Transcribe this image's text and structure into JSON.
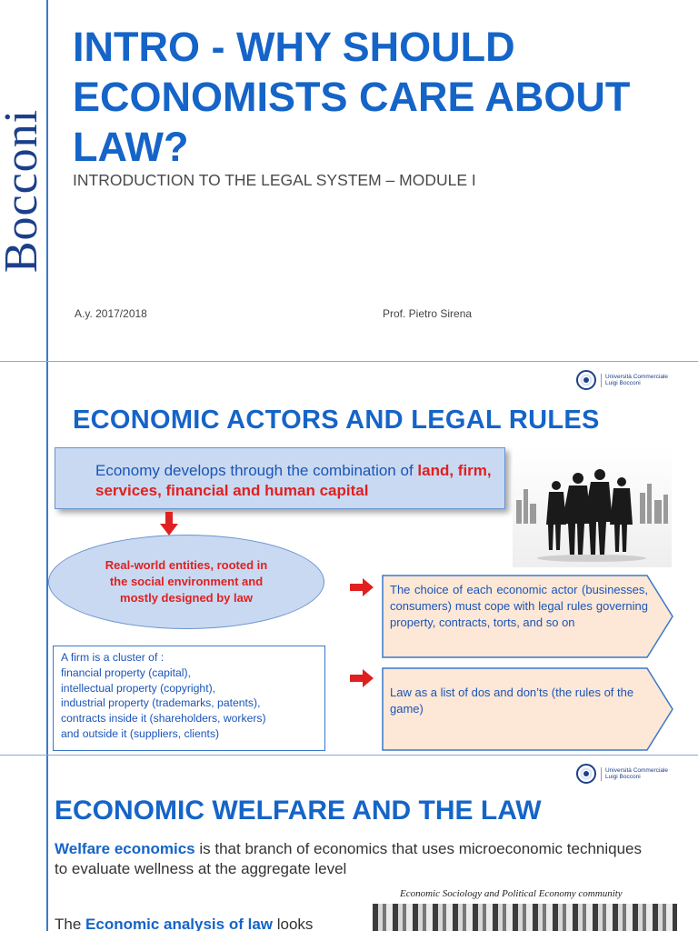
{
  "slide1": {
    "logo_text": "Bocconi",
    "title": "INTRO - WHY SHOULD ECONOMISTS CARE ABOUT LAW?",
    "subtitle": "INTRODUCTION TO THE LEGAL SYSTEM – MODULE I",
    "academic_year": "A.y. 2017/2018",
    "professor": "Prof. Pietro Sirena"
  },
  "logo": {
    "line1": "Università Commerciale",
    "line2": "Luigi Bocconi"
  },
  "slide2": {
    "title": "ECONOMIC ACTORS AND LEGAL RULES",
    "economy_text": "Economy develops through the combination of ",
    "economy_highlight": "land, firm, services, financial and human capital",
    "ellipse_text": "Real-world entities, rooted in the social environment and mostly designed by law",
    "firm_lines": [
      "A firm is a cluster of :",
      "financial property (capital),",
      "intellectual property (copyright),",
      "industrial property (trademarks, patents),",
      "contracts inside it (shareholders, workers)",
      "and outside it (suppliers, clients)"
    ],
    "choice_text": "The choice of each economic actor (businesses, consumers) must cope with legal rules governing property, contracts, torts, and so on",
    "law_text": "Law as a list of dos and don’ts (the rules of the game)"
  },
  "slide3": {
    "title": "ECONOMIC WELFARE AND THE LAW",
    "welfare_bold": "Welfare economics",
    "welfare_rest": " is that branch of economics that uses microeconomic techniques to evaluate wellness at the aggregate level",
    "analysis_prefix": "The ",
    "analysis_bold": "Economic analysis of law",
    "analysis_suffix": " looks",
    "image_caption": "Economic Sociology and Political Economy community"
  },
  "colors": {
    "title_blue": "#1564c8",
    "accent_red": "#e02020",
    "box_fill": "#c9d9f1",
    "pentagon_fill": "#fde7d6",
    "brand_navy": "#1c3f8a"
  }
}
